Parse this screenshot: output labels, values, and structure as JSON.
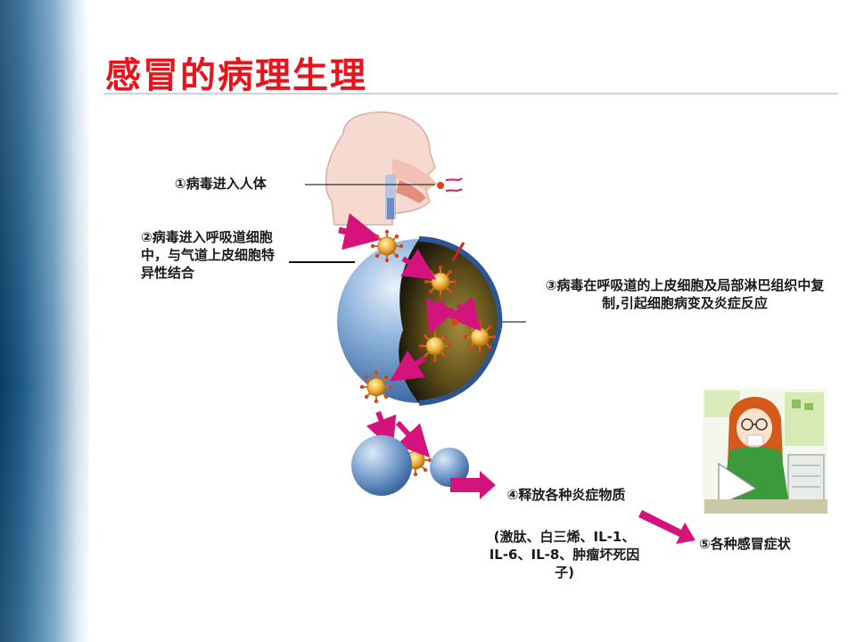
{
  "slide": {
    "title": "感冒的病理生理"
  },
  "steps": {
    "step1": "①病毒进入人体",
    "step2": "②病毒进入呼吸道细胞中，与气道上皮细胞特异性结合",
    "step3": "③病毒在呼吸道的上皮细胞及局部淋巴组织中复制,引起细胞病变及炎症反应",
    "step4": "④释放各种炎症物质",
    "step4_detail": "(激肽、白三烯、IL-1、IL-6、IL-8、肿瘤坏死因子)",
    "step5": "⑤各种感冒症状"
  },
  "colors": {
    "title": "#e8141b",
    "arrow": "#d4147c",
    "cell_blue": "#6f98c8",
    "cell_interior": "#6b5a20",
    "virus": "#e39a2a"
  },
  "icons": {
    "head": "human-head-icon",
    "cell": "epithelial-cell-icon",
    "virus": "virus-particle-icon",
    "sick_person": "sick-person-illustration"
  }
}
